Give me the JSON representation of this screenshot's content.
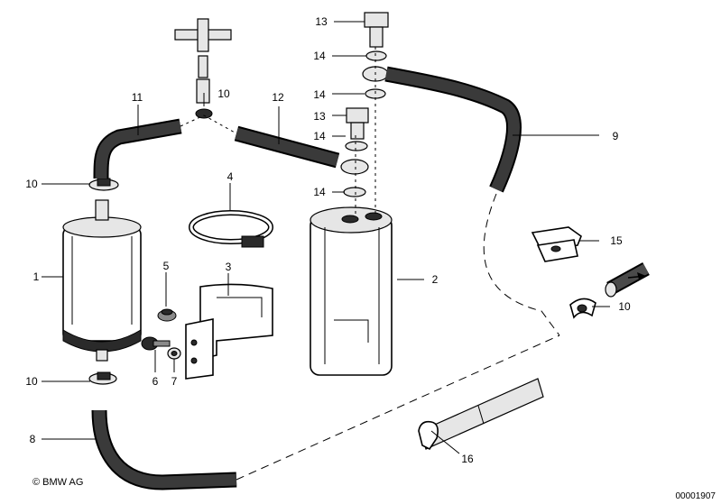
{
  "labels": {
    "p1": "1",
    "p2": "2",
    "p3": "3",
    "p4": "4",
    "p5": "5",
    "p6": "6",
    "p7": "7",
    "p8": "8",
    "p9": "9",
    "p10a": "10",
    "p10b": "10",
    "p10c": "10",
    "p10d": "10",
    "p11": "11",
    "p12": "12",
    "p13a": "13",
    "p13b": "13",
    "p14a": "14",
    "p14b": "14",
    "p14c": "14",
    "p14d": "14",
    "p15": "15",
    "p16": "16"
  },
  "footer": {
    "copyright": "© BMW AG",
    "drawing_number": "00001907"
  }
}
